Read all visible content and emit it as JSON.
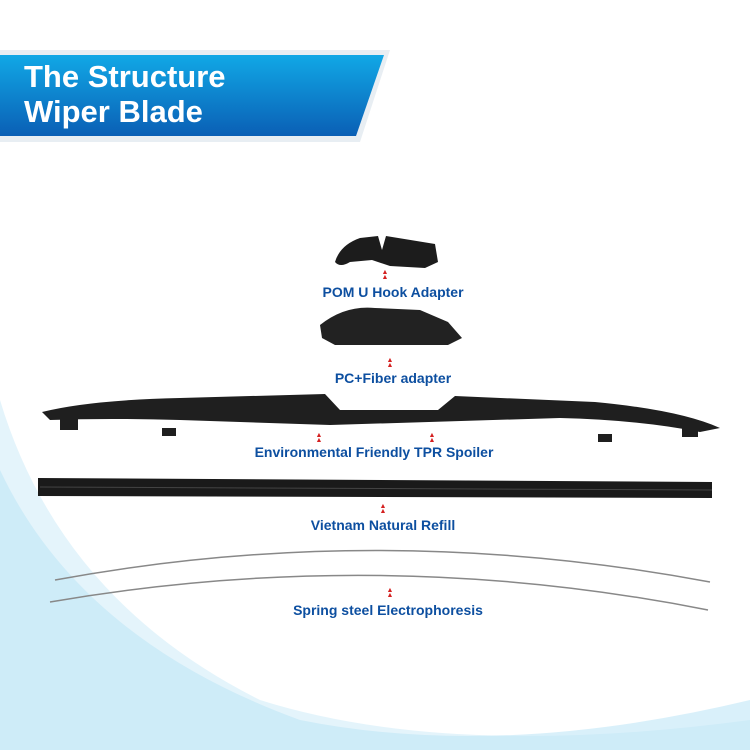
{
  "header": {
    "title_line1": "The Structure",
    "title_line2": "Wiper Blade"
  },
  "colors": {
    "banner": "#0a7fd0",
    "label": "#0d4fa0",
    "arrow": "#d42020"
  },
  "parts": [
    {
      "label": "POM U Hook Adapter"
    },
    {
      "label": "PC+Fiber adapter"
    },
    {
      "label": "Environmental Friendly TPR Spoiler"
    },
    {
      "label": "Vietnam Natural Refill"
    },
    {
      "label": "Spring steel Electrophoresis"
    }
  ]
}
